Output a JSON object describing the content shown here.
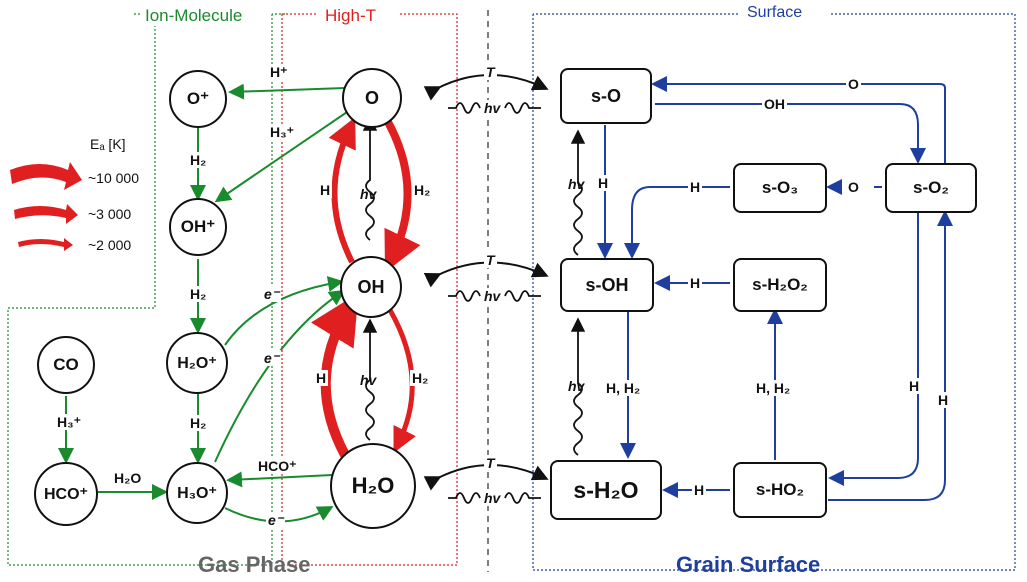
{
  "regions": {
    "ion_molecule": "Ion-Molecule",
    "high_t": "High-T",
    "surface": "Surface"
  },
  "footer": {
    "gas_phase": "Gas Phase",
    "grain_surface": "Grain Surface"
  },
  "legend": {
    "title": "Eₐ [K]",
    "items": [
      "~10 000",
      "~3 000",
      "~2 000"
    ]
  },
  "colors": {
    "ion_molecule": "#1a8a2e",
    "high_t": "#e02020",
    "surface": "#1f3f9e",
    "exchange": "#111111"
  },
  "nodes": {
    "o_plus": "O⁺",
    "oh_plus": "OH⁺",
    "h2o_plus": "H₂O⁺",
    "h3o_plus": "H₃O⁺",
    "co": "CO",
    "hco_plus": "HCO⁺",
    "o": "O",
    "oh": "OH",
    "h2o": "H₂O",
    "s_o": "s-O",
    "s_oh": "s-OH",
    "s_h2o": "s-H₂O",
    "s_o2": "s-O₂",
    "s_o3": "s-O₃",
    "s_h2o2": "s-H₂O₂",
    "s_ho2": "s-HO₂"
  },
  "labels": {
    "h_plus": "H⁺",
    "h3_plus_a": "H₃⁺",
    "h2_a": "H₂",
    "h2_b": "H₂",
    "h2_c": "H₂",
    "e_a": "e⁻",
    "e_b": "e⁻",
    "e_c": "e⁻",
    "h3_plus_b": "H₃⁺",
    "h2o": "H₂O",
    "hco_plus": "HCO⁺",
    "h_o_oh": "H",
    "h2_oh_o": "H₂",
    "hv_o_oh": "hv",
    "h_oh_h2o": "H",
    "h2_h2o_oh": "H₂",
    "hv_oh_h2o": "hv",
    "t1": "T",
    "hv1": "hv",
    "t2": "T",
    "hv2": "hv",
    "t3": "T",
    "hv3": "hv",
    "s_o_label": "O",
    "s_oh_label": "OH",
    "s_h_1": "H",
    "s_h_2": "H",
    "s_o_3": "O",
    "s_hv_1": "hv",
    "s_h_3": "H",
    "s_hh2_1": "H, H₂",
    "s_hv_2": "hv",
    "s_hh2_2": "H, H₂",
    "s_h_4": "H",
    "s_h_5": "H",
    "s_h_6": "H"
  }
}
